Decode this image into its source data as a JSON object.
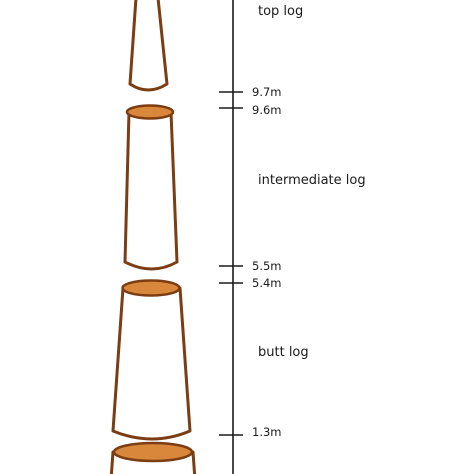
{
  "diagram": {
    "sections": [
      {
        "label": "top log"
      },
      {
        "label": "intermediate log"
      },
      {
        "label": "butt log"
      }
    ],
    "height_marks": [
      "9.7m",
      "9.6m",
      "5.5m",
      "5.4m",
      "1.3m"
    ],
    "colors": {
      "bark_outline": "#7a3d14",
      "cut_face": "#d9873b",
      "log_fill": "#ffffff",
      "scale_line": "#1a1a1a"
    }
  }
}
